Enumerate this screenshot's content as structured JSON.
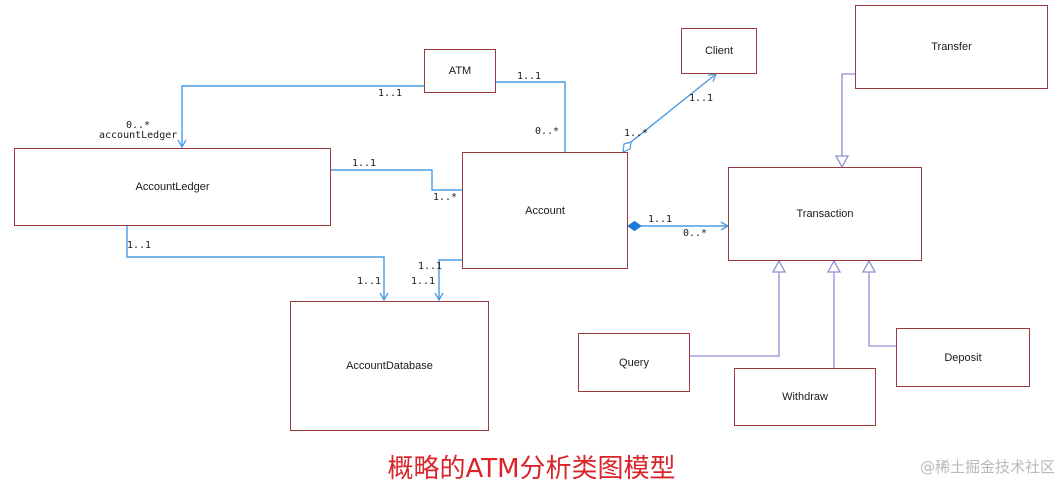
{
  "classes": {
    "atm": "ATM",
    "client": "Client",
    "transfer": "Transfer",
    "account_ledger": "AccountLedger",
    "account": "Account",
    "transaction": "Transaction",
    "account_database": "AccountDatabase",
    "query": "Query",
    "withdraw": "Withdraw",
    "deposit": "Deposit"
  },
  "multiplicities": {
    "atm_to_ledger_atm_end": "1..1",
    "atm_to_ledger_ledger_end": "0..*",
    "ledger_role": "accountLedger",
    "atm_to_account_atm_end": "1..1",
    "atm_to_account_account_end": "0..*",
    "client_end": "1..1",
    "account_client_end": "1..*",
    "ledger_account_ledger_end": "1..1",
    "ledger_account_account_end": "1..*",
    "account_transaction_account_end": "1..1",
    "account_transaction_transaction_end": "0..*",
    "ledger_database_ledger_end": "1..1",
    "ledger_database_database_end": "1..1",
    "account_database_account_end": "1..1",
    "account_database_database_end": "1..1"
  },
  "caption": "概略的ATM分析类图模型",
  "watermark": "@稀土掘金技术社区",
  "colors": {
    "class_border": "#9b3a3f",
    "association_line": "#4a9be0",
    "generalization_line": "#8f8fd6",
    "caption": "#d9252a"
  }
}
